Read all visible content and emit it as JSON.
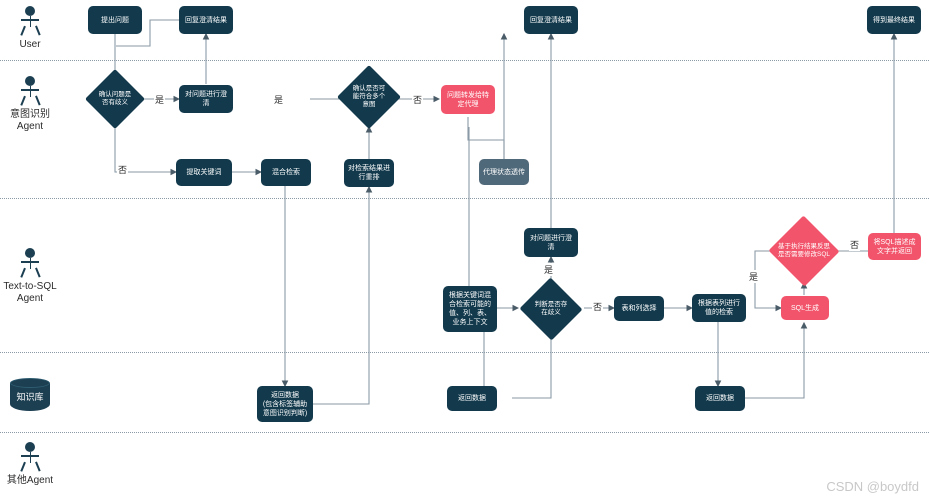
{
  "diagram": {
    "title": "Text-to-SQL Multi-Agent Flowchart",
    "watermark": "CSDN @boydfd",
    "colors": {
      "node_dark": "#12394c",
      "node_pink": "#f2546b",
      "node_gray": "#50697a",
      "actor": "#1c3f52",
      "edge": "#8a9aa6",
      "divider": "#8a9aa6"
    }
  },
  "lanes": [
    {
      "id": "user",
      "label": "User"
    },
    {
      "id": "intent",
      "label": "意图识别\nAgent"
    },
    {
      "id": "text2sql",
      "label": "Text-to-SQL\nAgent"
    },
    {
      "id": "kb",
      "label": "知识库"
    },
    {
      "id": "other",
      "label": "其他Agent"
    }
  ],
  "nodes": [
    {
      "id": "n1",
      "label": "提出问题"
    },
    {
      "id": "n2",
      "label": "回复澄清结果"
    },
    {
      "id": "n3",
      "label": "回复澄清结果"
    },
    {
      "id": "n4",
      "label": "得到最终结果"
    },
    {
      "id": "d1",
      "label": "确认问题是\n否有歧义"
    },
    {
      "id": "n5",
      "label": "对问题进行澄\n清"
    },
    {
      "id": "d2",
      "label": "确认是否可\n能符合多个\n意图"
    },
    {
      "id": "n6",
      "label": "问题转发给特\n定代理"
    },
    {
      "id": "n7",
      "label": "提取关键词"
    },
    {
      "id": "n8",
      "label": "混合检索"
    },
    {
      "id": "n9",
      "label": "对检索结果进\n行重排"
    },
    {
      "id": "n10",
      "label": "代理状态透传"
    },
    {
      "id": "n11",
      "label": "对问题进行澄\n清"
    },
    {
      "id": "n12",
      "label": "根据关键词混\n合检索可能的\n值、列、表、\n业务上下文"
    },
    {
      "id": "d3",
      "label": "判断是否存\n在歧义"
    },
    {
      "id": "n13",
      "label": "表和列选择"
    },
    {
      "id": "n14",
      "label": "根据表列进行\n值的检索"
    },
    {
      "id": "n15",
      "label": "SQL生成"
    },
    {
      "id": "d4",
      "label": "基于执行结果反思\n是否需要修改SQL"
    },
    {
      "id": "n16",
      "label": "将SQL描述成\n文字并返回"
    },
    {
      "id": "n17",
      "label": "返回数据\n(包含标签辅助\n意图识别判断)"
    },
    {
      "id": "n18",
      "label": "返回数据"
    },
    {
      "id": "n19",
      "label": "返回数据"
    }
  ],
  "edge_labels": [
    {
      "id": "e1",
      "text": "是"
    },
    {
      "id": "e2",
      "text": "否"
    },
    {
      "id": "e3",
      "text": "是"
    },
    {
      "id": "e4",
      "text": "否"
    },
    {
      "id": "e5",
      "text": "是"
    },
    {
      "id": "e6",
      "text": "否"
    },
    {
      "id": "e7",
      "text": "是"
    },
    {
      "id": "e8",
      "text": "否"
    }
  ]
}
